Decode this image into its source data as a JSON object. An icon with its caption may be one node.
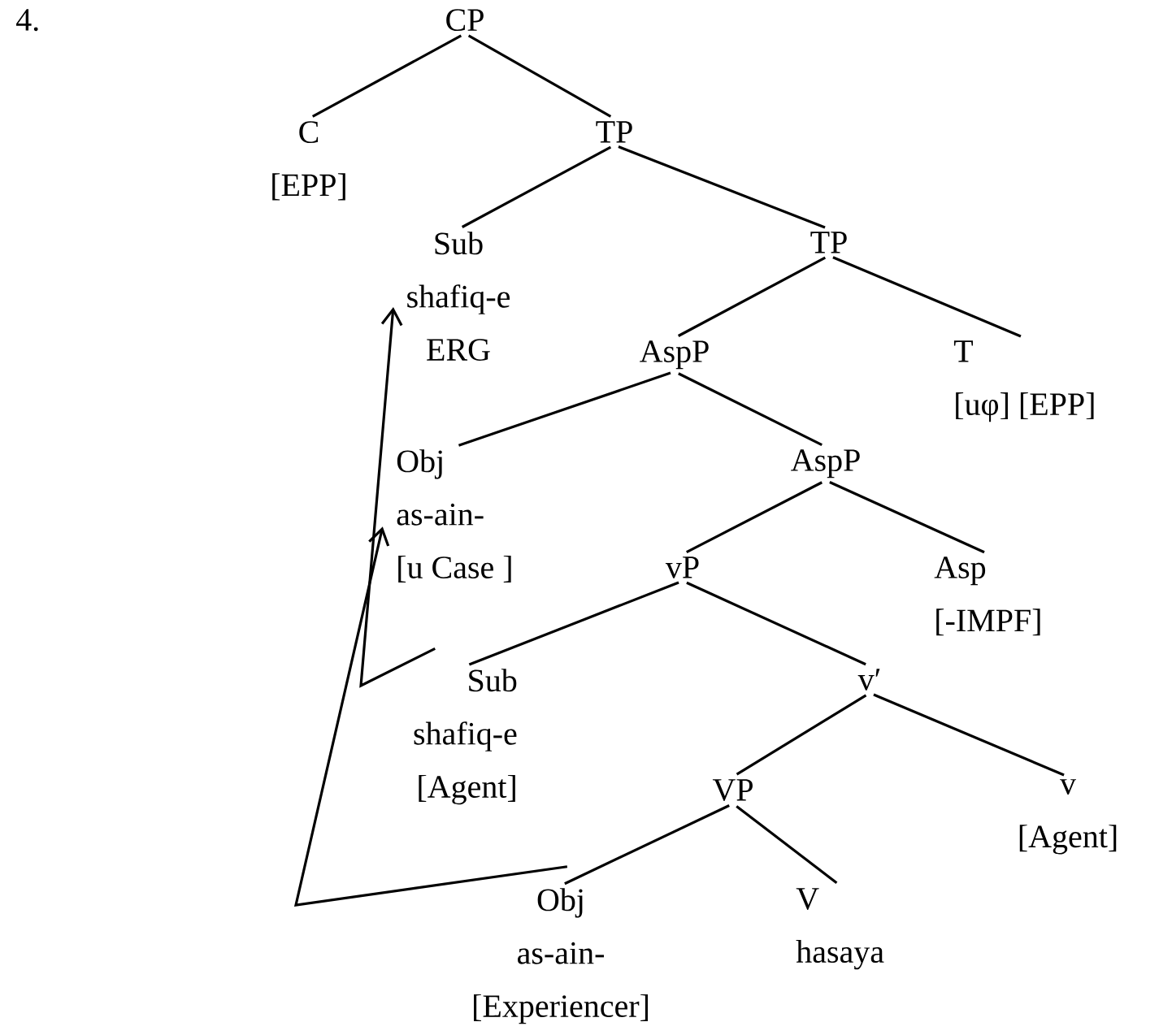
{
  "diagram": {
    "nodes": [
      {
        "text": [
          "CP"
        ]
      },
      {
        "text": [
          "C",
          "[EPP]"
        ]
      },
      {
        "text": [
          "TP"
        ]
      },
      {
        "text": [
          "Sub",
          "shafiq-e",
          "ERG"
        ]
      },
      {
        "text": [
          "TP"
        ]
      },
      {
        "text": [
          "AspP"
        ]
      },
      {
        "text": [
          "T",
          "[uφ] [EPP]"
        ]
      },
      {
        "text": [
          "Obj",
          "as-ain-",
          "[u Case ]"
        ]
      },
      {
        "text": [
          "AspP"
        ]
      },
      {
        "text": [
          "vP"
        ]
      },
      {
        "text": [
          "Asp",
          "[-IMPF]"
        ]
      },
      {
        "text": [
          "Sub",
          "shafiq-e",
          "[Agent]"
        ]
      },
      {
        "text": [
          "v′"
        ]
      },
      {
        "text": [
          "VP"
        ]
      },
      {
        "text": [
          "v",
          "[Agent]"
        ]
      },
      {
        "text": [
          "Obj",
          "as-ain-",
          "[Experiencer]"
        ]
      },
      {
        "text": [
          "V",
          "hasaya"
        ]
      }
    ],
    "edges": [
      {
        "from": 0,
        "to": 1,
        "arrow": "none"
      },
      {
        "from": 0,
        "to": 2,
        "arrow": "none"
      },
      {
        "from": 2,
        "to": 3,
        "arrow": "none"
      },
      {
        "from": 2,
        "to": 4,
        "arrow": "none"
      },
      {
        "from": 4,
        "to": 5,
        "arrow": "none"
      },
      {
        "from": 4,
        "to": 6,
        "arrow": "none"
      },
      {
        "from": 5,
        "to": 7,
        "arrow": "none"
      },
      {
        "from": 5,
        "to": 8,
        "arrow": "none"
      },
      {
        "from": 8,
        "to": 9,
        "arrow": "none"
      },
      {
        "from": 8,
        "to": 10,
        "arrow": "none"
      },
      {
        "from": 9,
        "to": 11,
        "arrow": "none"
      },
      {
        "from": 9,
        "to": 12,
        "arrow": "none"
      },
      {
        "from": 12,
        "to": 13,
        "arrow": "none"
      },
      {
        "from": 12,
        "to": 14,
        "arrow": "none"
      },
      {
        "from": 13,
        "to": 15,
        "arrow": "none"
      },
      {
        "from": 13,
        "to": 16,
        "arrow": "none"
      },
      {
        "from": 11,
        "to": 3,
        "arrow": "to"
      },
      {
        "from": 15,
        "to": 7,
        "arrow": "to"
      }
    ],
    "labels": [
      "4."
    ]
  }
}
